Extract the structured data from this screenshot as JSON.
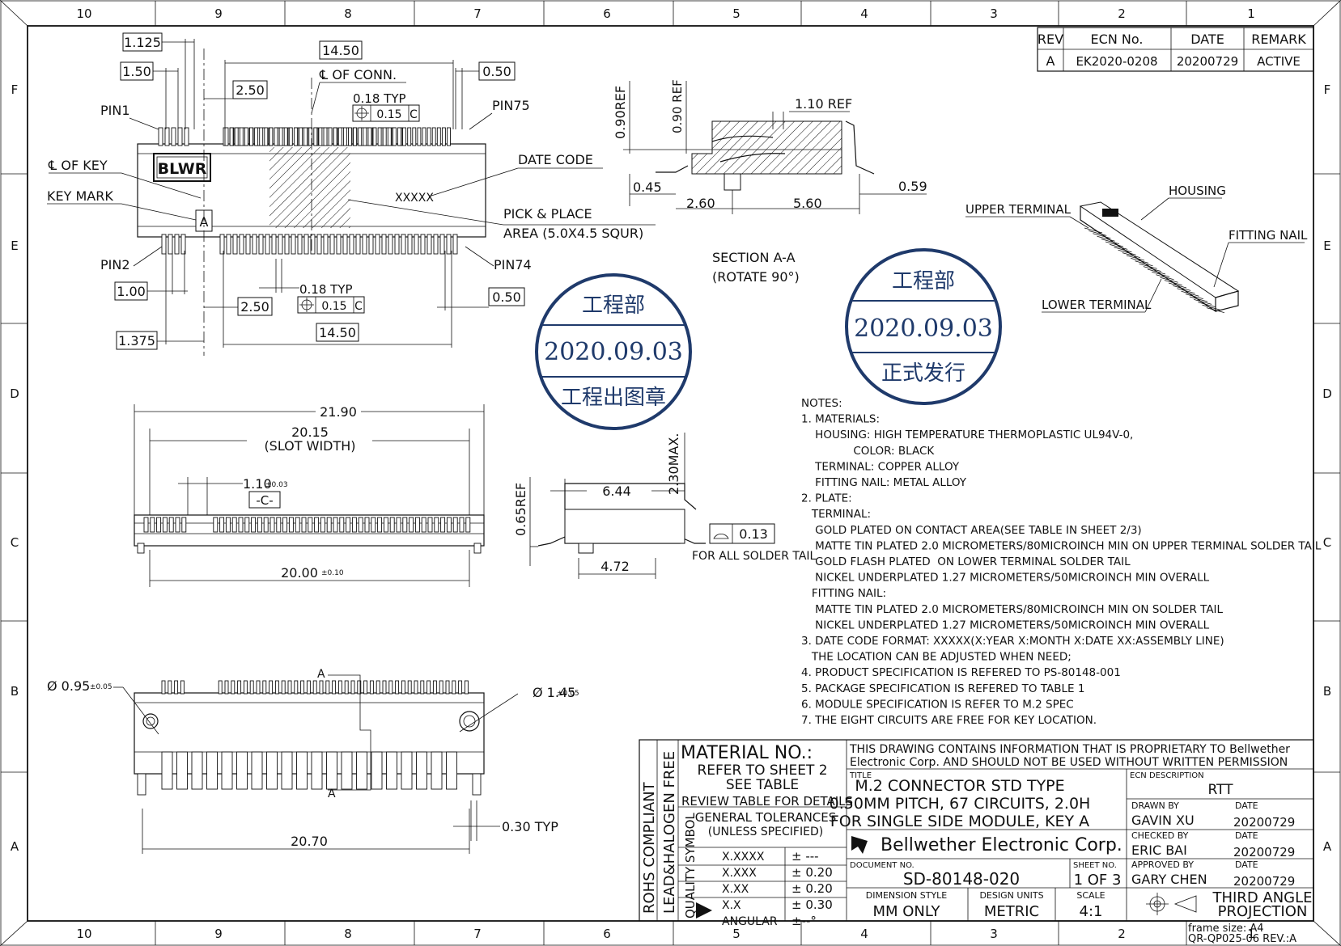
{
  "grid": {
    "columns": [
      "10",
      "9",
      "8",
      "7",
      "6",
      "5",
      "4",
      "3",
      "2",
      "1"
    ],
    "rows": [
      "F",
      "E",
      "D",
      "C",
      "B",
      "A"
    ]
  },
  "revision": {
    "headers": [
      "REV",
      "ECN No.",
      "DATE",
      "REMARK"
    ],
    "row": [
      "A",
      "EK2020-0208",
      "20200729",
      "ACTIVE"
    ]
  },
  "top_view": {
    "dims": [
      "1.125",
      "14.50",
      "0.50",
      "1.50",
      "2.50",
      "0.18 TYP",
      "0.15",
      "C",
      "1.00",
      "0.18 TYP",
      "0.15",
      "C",
      "0.50",
      "2.50",
      "14.50",
      "1.375"
    ],
    "cl_conn": "℄ OF CONN.",
    "cl_key": "℄ OF KEY",
    "key_mark": "KEY MARK",
    "pin1": "PIN1",
    "pin75": "PIN75",
    "pin2": "PIN2",
    "pin74": "PIN74",
    "date_code": "DATE CODE",
    "xxxxx": "XXXXX",
    "pick_place_1": "PICK & PLACE",
    "pick_place_2": "AREA (5.0X4.5 SQUR)",
    "logo": "BLWR",
    "key_letter": "A"
  },
  "section": {
    "dims": [
      "0.90REF",
      "0.90 REF",
      "1.10 REF",
      "0.45",
      "2.60",
      "5.60",
      "0.59"
    ],
    "title_1": "SECTION A-A",
    "title_2": "(ROTATE 90°)"
  },
  "iso_view": {
    "housing": "HOUSING",
    "upper_terminal": "UPPER TERMINAL",
    "fitting_nail": "FITTING NAIL",
    "lower_terminal": "LOWER TERMINAL"
  },
  "stamps": [
    {
      "top": "工程部",
      "date": "2020.09.03",
      "bottom": "工程出图章"
    },
    {
      "top": "工程部",
      "date": "2020.09.03",
      "bottom": "正式发行"
    }
  ],
  "front_view": {
    "width": "21.90",
    "slot_1": "20.15",
    "slot_2": "(SLOT WIDTH)",
    "key_w": "1.10",
    "key_tol": "±0.03",
    "datum": "-C-",
    "bottom": "20.00",
    "bottom_tol": "±0.10"
  },
  "side_view": {
    "dims": [
      "6.44",
      "2.30MAX.",
      "0.65REF",
      "4.72"
    ],
    "flat": "0.13",
    "flat_note": "FOR ALL SOLDER TAIL"
  },
  "bottom_view": {
    "hole_l": "Ø 0.95",
    "hole_l_tol": "±0.05",
    "hole_r": "Ø 1.45",
    "hole_r_tol": "±0.05",
    "cut_a": "A",
    "tail": "0.30 TYP",
    "width": "20.70"
  },
  "notes": [
    "NOTES:",
    "1. MATERIALS:",
    "    HOUSING: HIGH TEMPERATURE THERMOPLASTIC UL94V-0,",
    "               COLOR: BLACK",
    "    TERMINAL: COPPER ALLOY",
    "    FITTING NAIL: METAL ALLOY",
    "2. PLATE:",
    "   TERMINAL:",
    "    GOLD PLATED ON CONTACT AREA(SEE TABLE IN SHEET 2/3)",
    "    MATTE TIN PLATED 2.0 MICROMETERS/80MICROINCH MIN ON UPPER TERMINAL SOLDER TAIL",
    "    GOLD FLASH PLATED  ON LOWER TERMINAL SOLDER TAIL",
    "    NICKEL UNDERPLATED 1.27 MICROMETERS/50MICROINCH MIN OVERALL",
    "   FITTING NAIL:",
    "    MATTE TIN PLATED 2.0 MICROMETERS/80MICROINCH MIN ON SOLDER TAIL",
    "    NICKEL UNDERPLATED 1.27 MICROMETERS/50MICROINCH MIN OVERALL",
    "3. DATE CODE FORMAT: XXXXX(X:YEAR X:MONTH X:DATE XX:ASSEMBLY LINE)",
    "   THE LOCATION CAN BE ADJUSTED WHEN NEED;",
    "4. PRODUCT SPECIFICATION IS REFERED TO PS-80148-001",
    "5. PACKAGE SPECIFICATION IS REFERED TO TABLE 1",
    "6. MODULE SPECIFICATION IS REFER TO M.2 SPEC",
    "7. THE EIGHT CIRCUITS ARE FREE FOR KEY LOCATION."
  ],
  "title_block": {
    "rohs_1": "ROHS COMPLIANT",
    "rohs_2": "LEAD&HALOGEN FREE",
    "quality": "QUALITY SYMBOL",
    "material_no": "MATERIAL NO.:",
    "refer_1": "REFER TO SHEET 2",
    "refer_2": "SEE TABLE",
    "review": "REVIEW TABLE FOR DETAILS",
    "gen_tol_1": "GENERAL TOLERANCES",
    "gen_tol_2": "(UNLESS SPECIFIED)",
    "tolerances": [
      {
        "k": "X.XXXX",
        "v": "± ---"
      },
      {
        "k": "X.XXX",
        "v": "± 0.20"
      },
      {
        "k": "X.XX",
        "v": "± 0.20"
      },
      {
        "k": "X.X",
        "v": "± 0.30"
      },
      {
        "k": "ANGULAR",
        "v": "±--°"
      }
    ],
    "proprietary_1": "THIS DRAWING CONTAINS INFORMATION THAT IS PROPRIETARY TO Bellwether",
    "proprietary_2": "Electronic Corp. AND SHOULD NOT BE USED WITHOUT WRITTEN PERMISSION",
    "title_label": "TITLE",
    "title_1": "M.2 CONNECTOR STD TYPE",
    "title_2": "0.50MM PITCH, 67 CIRCUITS, 2.0H",
    "title_3": "FOR SINGLE SIDE MODULE, KEY A",
    "company": "Bellwether Electronic Corp.",
    "ecn_desc_label": "ECN DESCRIPTION",
    "ecn_desc": "RTT",
    "drawn_label": "DRAWN BY",
    "drawn": "GAVIN XU",
    "checked_label": "CHECKED BY",
    "checked": "ERIC BAI",
    "approved_label": "APPROVED BY",
    "approved": "GARY CHEN",
    "date_label": "DATE",
    "date": "20200729",
    "doc_label": "DOCUMENT NO.",
    "doc": "SD-80148-020",
    "sheet_label": "SHEET NO.",
    "sheet": "1 OF 3",
    "dim_style_label": "DIMENSION STYLE",
    "dim_style": "MM ONLY",
    "units_label": "DESIGN UNITS",
    "units": "METRIC",
    "scale_label": "SCALE",
    "scale": "4:1",
    "projection_1": "THIRD ANGLE",
    "projection_2": "PROJECTION",
    "frame_1": "frame size: A4",
    "frame_2": "QR-QP025-06 REV.:A"
  }
}
